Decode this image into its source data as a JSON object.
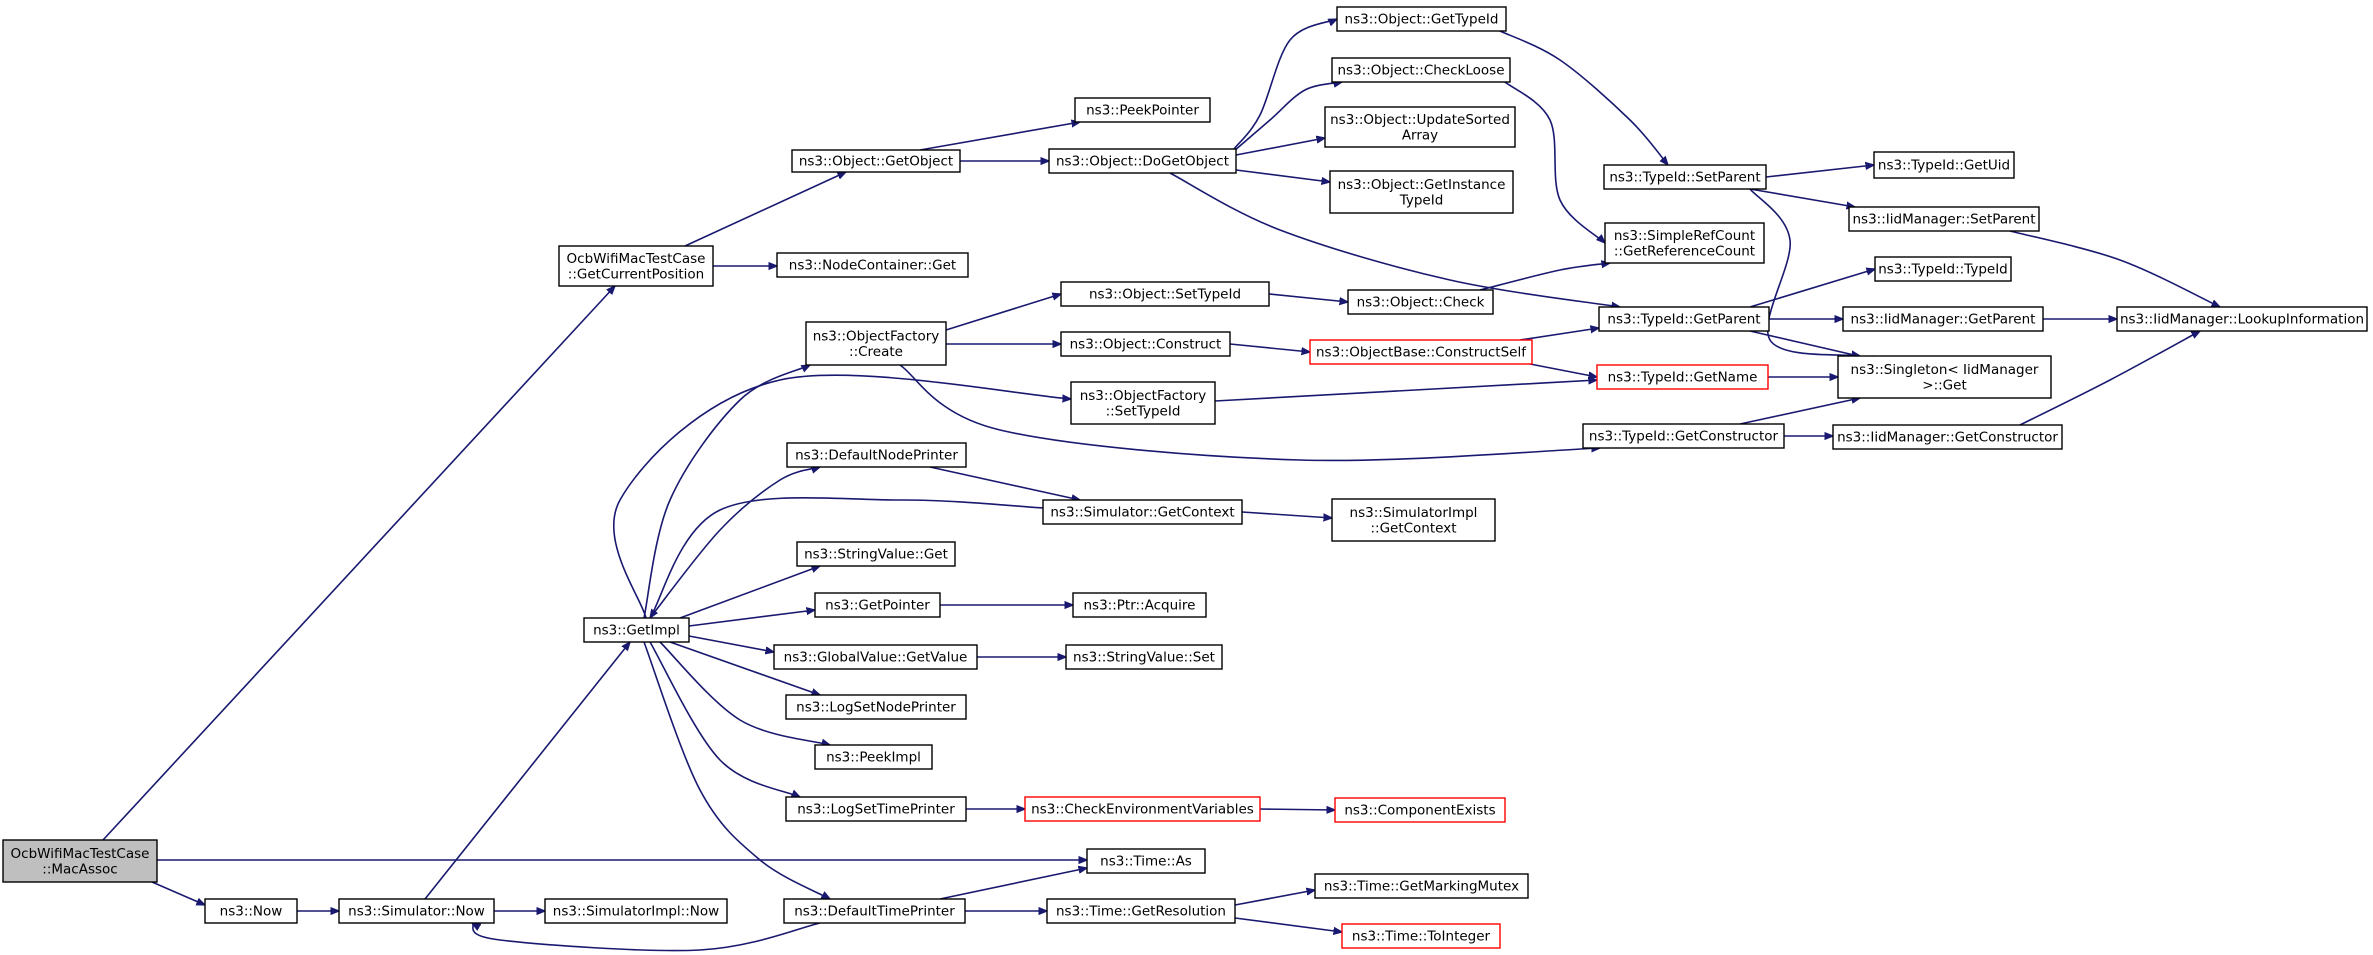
{
  "colors": {
    "edge": "#191970",
    "node_border": "#000000",
    "node_border_truncated": "#ff0000",
    "node_fill": "#ffffff",
    "root_fill": "#bfbfbf"
  },
  "nodes": {
    "root": {
      "lines": [
        "OcbWifiMacTestCase",
        "::MacAssoc"
      ],
      "style": "root"
    },
    "gcp": {
      "lines": [
        "OcbWifiMacTestCase",
        "::GetCurrentPosition"
      ]
    },
    "ogo": {
      "lines": [
        "ns3::Object::GetObject"
      ]
    },
    "pp": {
      "lines": [
        "ns3::PeekPointer"
      ]
    },
    "odgo": {
      "lines": [
        "ns3::Object::DoGetObject"
      ]
    },
    "ogti": {
      "lines": [
        "ns3::Object::GetTypeId"
      ]
    },
    "ocl": {
      "lines": [
        "ns3::Object::CheckLoose"
      ]
    },
    "ousa": {
      "lines": [
        "ns3::Object::UpdateSorted",
        "Array"
      ]
    },
    "ogiti": {
      "lines": [
        "ns3::Object::GetInstance",
        "TypeId"
      ]
    },
    "ncg": {
      "lines": [
        "ns3::NodeContainer::Get"
      ]
    },
    "tsp": {
      "lines": [
        "ns3::TypeId::SetParent"
      ]
    },
    "tgu": {
      "lines": [
        "ns3::TypeId::GetUid"
      ]
    },
    "imsp": {
      "lines": [
        "ns3::IidManager::SetParent"
      ]
    },
    "srgrc": {
      "lines": [
        "ns3::SimpleRefCount",
        "::GetReferenceCount"
      ]
    },
    "tti": {
      "lines": [
        "ns3::TypeId::TypeId"
      ]
    },
    "ofc": {
      "lines": [
        "ns3::ObjectFactory",
        "::Create"
      ]
    },
    "osti": {
      "lines": [
        "ns3::Object::SetTypeId"
      ]
    },
    "och": {
      "lines": [
        "ns3::Object::Check"
      ]
    },
    "tgp": {
      "lines": [
        "ns3::TypeId::GetParent"
      ]
    },
    "imgp": {
      "lines": [
        "ns3::IidManager::GetParent"
      ]
    },
    "imli": {
      "lines": [
        "ns3::IidManager::LookupInformation"
      ]
    },
    "oc": {
      "lines": [
        "ns3::Object::Construct"
      ]
    },
    "obcs": {
      "lines": [
        "ns3::ObjectBase::ConstructSelf"
      ],
      "style": "red"
    },
    "tgn": {
      "lines": [
        "ns3::TypeId::GetName"
      ],
      "style": "red"
    },
    "sg": {
      "lines": [
        "ns3::Singleton< IidManager",
        ">::Get"
      ]
    },
    "ofsti": {
      "lines": [
        "ns3::ObjectFactory",
        "::SetTypeId"
      ]
    },
    "tgc": {
      "lines": [
        "ns3::TypeId::GetConstructor"
      ]
    },
    "imgc": {
      "lines": [
        "ns3::IidManager::GetConstructor"
      ]
    },
    "dnp": {
      "lines": [
        "ns3::DefaultNodePrinter"
      ]
    },
    "sgc": {
      "lines": [
        "ns3::Simulator::GetContext"
      ]
    },
    "sigc": {
      "lines": [
        "ns3::SimulatorImpl",
        "::GetContext"
      ]
    },
    "svg_": {
      "lines": [
        "ns3::StringValue::Get"
      ]
    },
    "gi": {
      "lines": [
        "ns3::GetImpl"
      ]
    },
    "gp": {
      "lines": [
        "ns3::GetPointer"
      ]
    },
    "pa": {
      "lines": [
        "ns3::Ptr::Acquire"
      ]
    },
    "gvgv": {
      "lines": [
        "ns3::GlobalValue::GetValue"
      ]
    },
    "svs": {
      "lines": [
        "ns3::StringValue::Set"
      ]
    },
    "lsnp": {
      "lines": [
        "ns3::LogSetNodePrinter"
      ]
    },
    "pi": {
      "lines": [
        "ns3::PeekImpl"
      ]
    },
    "lstp": {
      "lines": [
        "ns3::LogSetTimePrinter"
      ]
    },
    "cev": {
      "lines": [
        "ns3::CheckEnvironmentVariables"
      ],
      "style": "red"
    },
    "ce": {
      "lines": [
        "ns3::ComponentExists"
      ],
      "style": "red"
    },
    "tas": {
      "lines": [
        "ns3::Time::As"
      ]
    },
    "now": {
      "lines": [
        "ns3::Now"
      ]
    },
    "snow": {
      "lines": [
        "ns3::Simulator::Now"
      ]
    },
    "sinow": {
      "lines": [
        "ns3::SimulatorImpl::Now"
      ]
    },
    "dtp": {
      "lines": [
        "ns3::DefaultTimePrinter"
      ]
    },
    "tgr": {
      "lines": [
        "ns3::Time::GetResolution"
      ]
    },
    "tgmm": {
      "lines": [
        "ns3::Time::GetMarkingMutex"
      ]
    },
    "tti2": {
      "lines": [
        "ns3::Time::ToInteger"
      ],
      "style": "red"
    }
  },
  "edges": [
    [
      "root",
      "gcp"
    ],
    [
      "root",
      "tas"
    ],
    [
      "root",
      "now"
    ],
    [
      "gcp",
      "ogo"
    ],
    [
      "gcp",
      "ncg"
    ],
    [
      "ogo",
      "pp"
    ],
    [
      "ogo",
      "odgo"
    ],
    [
      "odgo",
      "ogti"
    ],
    [
      "odgo",
      "ocl"
    ],
    [
      "odgo",
      "ousa"
    ],
    [
      "odgo",
      "ogiti"
    ],
    [
      "odgo",
      "tgp"
    ],
    [
      "ogti",
      "tsp"
    ],
    [
      "ocl",
      "srgrc"
    ],
    [
      "tsp",
      "tgu"
    ],
    [
      "tsp",
      "imsp"
    ],
    [
      "tsp",
      "sg"
    ],
    [
      "imsp",
      "imli"
    ],
    [
      "ofc",
      "osti"
    ],
    [
      "ofc",
      "oc"
    ],
    [
      "ofc",
      "tgc"
    ],
    [
      "osti",
      "och"
    ],
    [
      "och",
      "srgrc"
    ],
    [
      "oc",
      "obcs"
    ],
    [
      "obcs",
      "tgp"
    ],
    [
      "obcs",
      "tgn"
    ],
    [
      "tgp",
      "tti"
    ],
    [
      "tgp",
      "imgp"
    ],
    [
      "tgp",
      "sg"
    ],
    [
      "imgp",
      "imli"
    ],
    [
      "tgn",
      "sg"
    ],
    [
      "ofsti",
      "tgn"
    ],
    [
      "tgc",
      "sg"
    ],
    [
      "tgc",
      "imgc"
    ],
    [
      "imgc",
      "imli"
    ],
    [
      "dnp",
      "sgc"
    ],
    [
      "sgc",
      "sigc"
    ],
    [
      "sgc",
      "gi"
    ],
    [
      "gi",
      "ofc"
    ],
    [
      "gi",
      "ofsti"
    ],
    [
      "gi",
      "dnp"
    ],
    [
      "gi",
      "svg_"
    ],
    [
      "gi",
      "gp"
    ],
    [
      "gi",
      "gvgv"
    ],
    [
      "gi",
      "lsnp"
    ],
    [
      "gi",
      "pi"
    ],
    [
      "gi",
      "lstp"
    ],
    [
      "gi",
      "dtp"
    ],
    [
      "gp",
      "pa"
    ],
    [
      "gvgv",
      "svs"
    ],
    [
      "lstp",
      "cev"
    ],
    [
      "cev",
      "ce"
    ],
    [
      "now",
      "snow"
    ],
    [
      "snow",
      "gi"
    ],
    [
      "snow",
      "sinow"
    ],
    [
      "dtp",
      "tas"
    ],
    [
      "dtp",
      "tgr"
    ],
    [
      "dtp",
      "snow"
    ],
    [
      "tgr",
      "tgmm"
    ],
    [
      "tgr",
      "tti2"
    ]
  ]
}
